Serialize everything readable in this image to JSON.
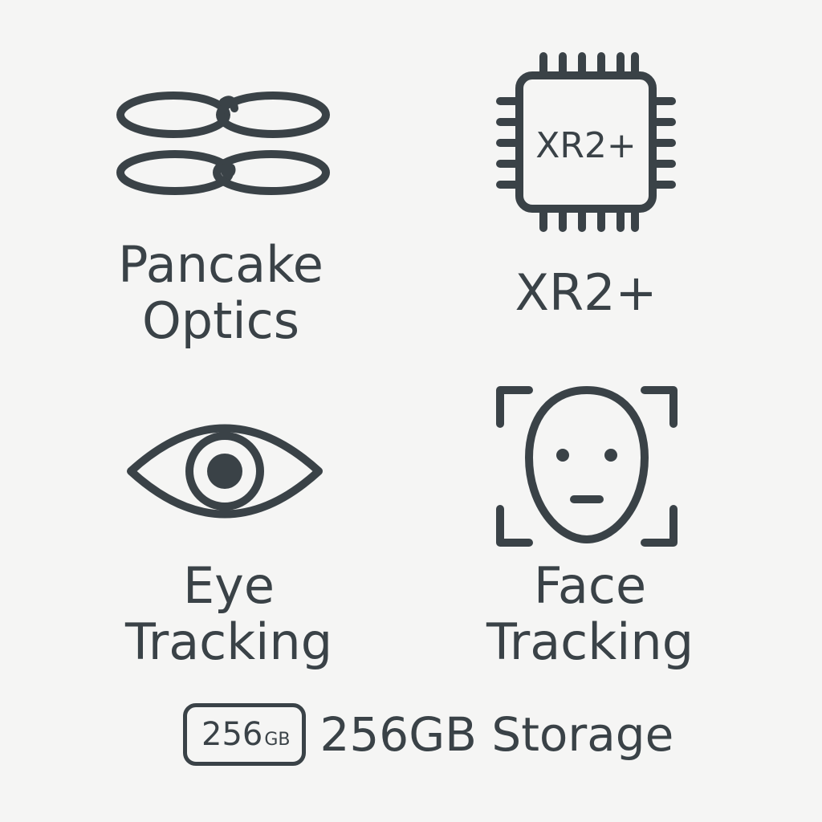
{
  "colors": {
    "background": "#f5f5f4",
    "icon_stroke": "#3a4247",
    "text": "#3a4247"
  },
  "features": [
    {
      "icon": "pancake-lenses-icon",
      "label_lines": [
        "Pancake",
        "Optics"
      ]
    },
    {
      "icon": "chip-icon",
      "chip_text": "XR2+",
      "label_lines": [
        "XR2+"
      ]
    },
    {
      "icon": "eye-icon",
      "label_lines": [
        "Eye",
        "Tracking"
      ]
    },
    {
      "icon": "face-scan-icon",
      "label_lines": [
        "Face",
        "Tracking"
      ]
    }
  ],
  "storage": {
    "icon": "storage-badge-icon",
    "badge_number": "256",
    "badge_unit": "GB",
    "label": "256GB Storage"
  }
}
